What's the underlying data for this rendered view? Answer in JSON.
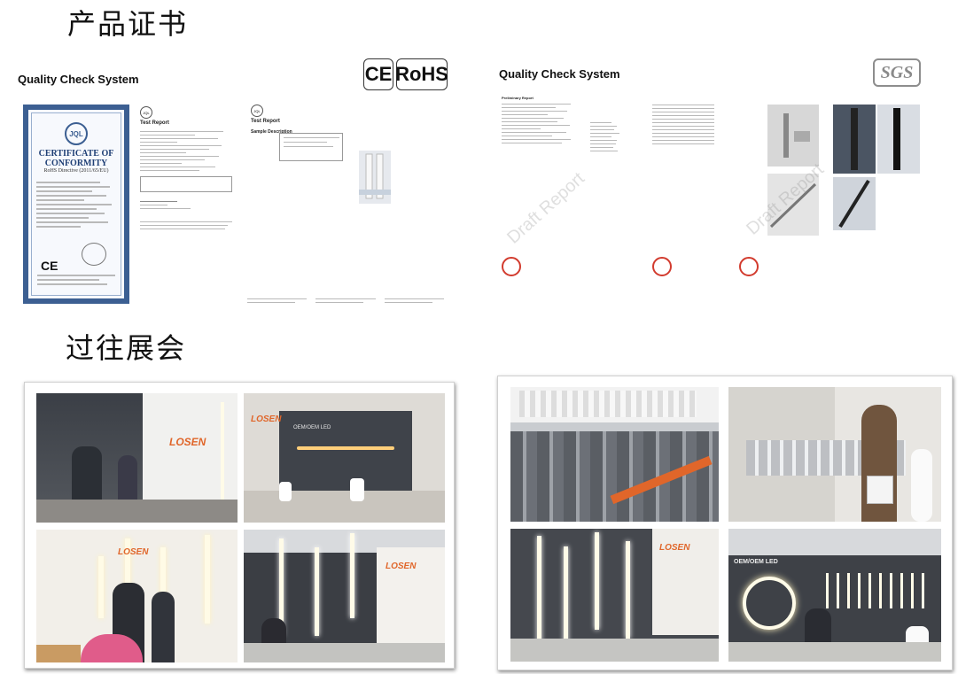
{
  "sections": {
    "certificates_title": "产品证书",
    "exhibitions_title": "过往展会"
  },
  "left_panel": {
    "heading": "Quality Check System",
    "logos": {
      "ce": "CE",
      "rohs": "RoHS"
    },
    "certificate": {
      "seal": "JQL",
      "title": "CERTIFICATE OF CONFORMITY",
      "subtitle": "RoHS Directive (2011/65/EU)",
      "mark": "CE"
    },
    "report1": {
      "title": "Test Report",
      "seal": "JQL"
    },
    "report2": {
      "title": "Test Report",
      "seal": "JQL",
      "section": "Sample Description"
    }
  },
  "right_panel": {
    "heading": "Quality Check System",
    "logo": "SGS",
    "report_title": "Preliminary Report",
    "watermark": "Draft Report"
  },
  "exhibitions": {
    "booth_logo": "LOSEN",
    "booth_banner": "OEM/OEM LED"
  },
  "colors": {
    "cert_border": "#3c5f92",
    "stamp_red": "#d23b2e",
    "logo_orange": "#e0662a"
  }
}
